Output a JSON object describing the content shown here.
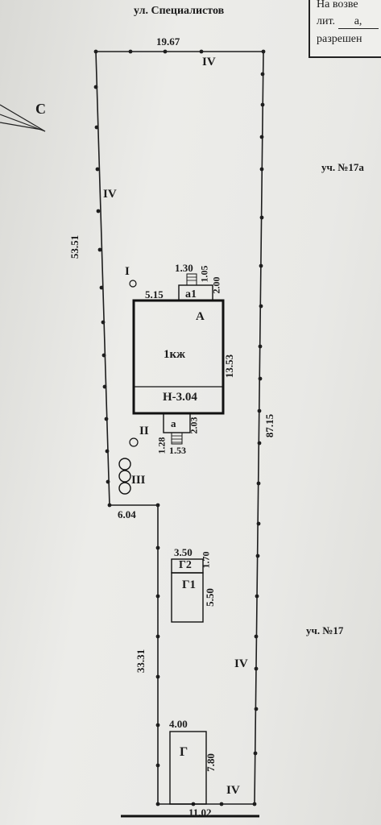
{
  "street": "ул. Специалистов",
  "north_label": "С",
  "stamp": {
    "line1": "На возве",
    "line2_label": "лит.",
    "line2_value": "а,",
    "line3": "разрешен"
  },
  "neighbors": {
    "right_top": "уч. №17а",
    "right_bottom": "уч. №17"
  },
  "fence_class": "IV",
  "markers": {
    "well": "I",
    "tree_single": "II",
    "tree_group": "III"
  },
  "dimensions": {
    "top": "19.67",
    "left_upper": "53.51",
    "right": "87.15",
    "notch": "6.04",
    "left_lower": "33.31",
    "bottom": "11.02",
    "house_height": "13.53",
    "house_left_offset": "5.15",
    "a1_width": "1.30",
    "a1_step": "1.05",
    "a1_depth": "2.00",
    "a_depth": "2.03",
    "a_step_w": "1.28",
    "a_step_d": "1.53",
    "g2_width": "3.50",
    "g2_depth": "1.70",
    "g1_depth": "5.50",
    "g_width": "4.00",
    "g_depth": "7.80"
  },
  "buildings": {
    "house_letter": "А",
    "house_type": "1кж",
    "house_code": "Н-3.04",
    "a1": "а1",
    "a": "а",
    "g1": "Г1",
    "g2": "Г2",
    "g": "Г"
  }
}
